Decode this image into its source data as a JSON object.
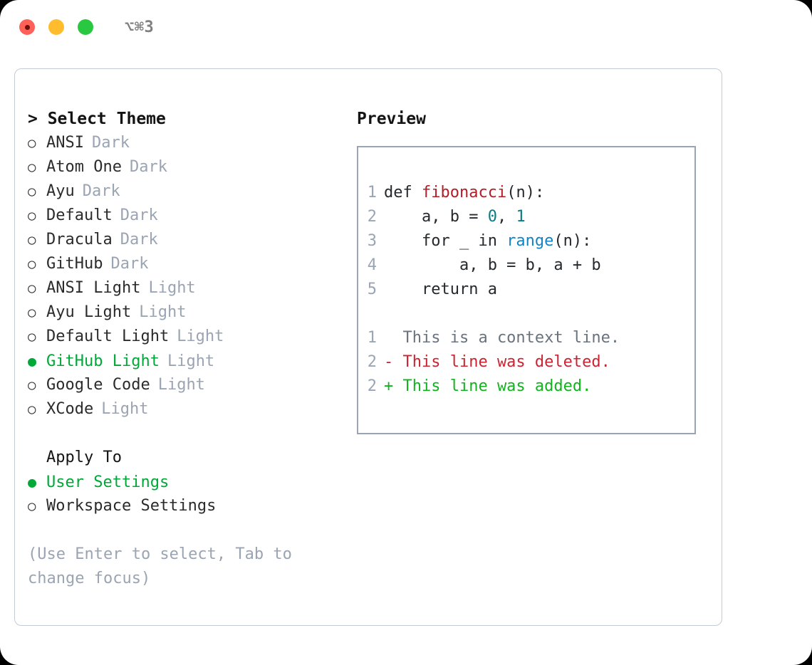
{
  "titlebar": {
    "shortcut": "⌥⌘3",
    "lights": [
      "close",
      "minimize",
      "maximize"
    ]
  },
  "theme_panel": {
    "heading": "> Select Theme",
    "items": [
      {
        "label": "ANSI",
        "tag": "Dark",
        "selected": false,
        "bullet": "○"
      },
      {
        "label": "Atom One",
        "tag": "Dark",
        "selected": false,
        "bullet": "○"
      },
      {
        "label": "Ayu",
        "tag": "Dark",
        "selected": false,
        "bullet": "○"
      },
      {
        "label": "Default",
        "tag": "Dark",
        "selected": false,
        "bullet": "○"
      },
      {
        "label": "Dracula",
        "tag": "Dark",
        "selected": false,
        "bullet": "○"
      },
      {
        "label": "GitHub",
        "tag": "Dark",
        "selected": false,
        "bullet": "○"
      },
      {
        "label": "ANSI Light",
        "tag": "Light",
        "selected": false,
        "bullet": "○"
      },
      {
        "label": "Ayu Light",
        "tag": "Light",
        "selected": false,
        "bullet": "○"
      },
      {
        "label": "Default Light",
        "tag": "Light",
        "selected": false,
        "bullet": "○"
      },
      {
        "label": "GitHub Light",
        "tag": "Light",
        "selected": true,
        "bullet": "●"
      },
      {
        "label": "Google Code",
        "tag": "Light",
        "selected": false,
        "bullet": "○"
      },
      {
        "label": "XCode",
        "tag": "Light",
        "selected": false,
        "bullet": "○"
      }
    ]
  },
  "apply_to": {
    "heading": "Apply To",
    "items": [
      {
        "label": "User Settings",
        "selected": true,
        "bullet": "●"
      },
      {
        "label": "Workspace Settings",
        "selected": false,
        "bullet": "○"
      }
    ]
  },
  "hint": "(Use Enter to select, Tab to change focus)",
  "preview": {
    "title": "Preview",
    "code_lines": [
      {
        "no": "1",
        "parts": [
          {
            "t": "def ",
            "c": "plain"
          },
          {
            "t": "fibonacci",
            "c": "fn"
          },
          {
            "t": "(n):",
            "c": "plain"
          }
        ]
      },
      {
        "no": "2",
        "parts": [
          {
            "t": "    a, b = ",
            "c": "plain"
          },
          {
            "t": "0",
            "c": "num"
          },
          {
            "t": ", ",
            "c": "plain"
          },
          {
            "t": "1",
            "c": "num"
          }
        ]
      },
      {
        "no": "3",
        "parts": [
          {
            "t": "    for _ in ",
            "c": "plain"
          },
          {
            "t": "range",
            "c": "call"
          },
          {
            "t": "(n):",
            "c": "plain"
          }
        ]
      },
      {
        "no": "4",
        "parts": [
          {
            "t": "        a, b = b, a + b",
            "c": "plain"
          }
        ]
      },
      {
        "no": "5",
        "parts": [
          {
            "t": "    return a",
            "c": "plain"
          }
        ]
      }
    ],
    "diff_lines": [
      {
        "no": "1",
        "text": "  This is a context line.",
        "kind": "ctx"
      },
      {
        "no": "2",
        "text": "- This line was deleted.",
        "kind": "del"
      },
      {
        "no": "2",
        "text": "+ This line was added.",
        "kind": "add"
      }
    ]
  },
  "colors": {
    "accent_green": "#00a838",
    "tag_gray": "#9aa4b2",
    "diff_add": "#12b31f",
    "diff_del": "#cb2431",
    "fn_red": "#b31d28",
    "num_teal": "#0b7c85",
    "call_blue": "#1184c4"
  }
}
